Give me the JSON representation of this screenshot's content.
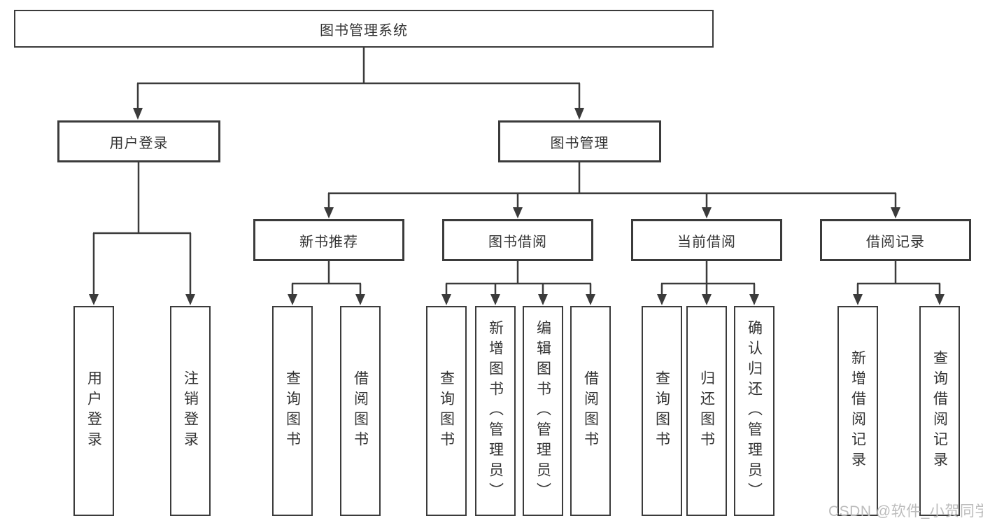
{
  "diagram": {
    "root": {
      "label": "图书管理系统"
    },
    "level2": [
      {
        "id": "user-login",
        "label": "用户登录"
      },
      {
        "id": "book-management",
        "label": "图书管理"
      }
    ],
    "level3": [
      {
        "id": "new-book-recommendation",
        "label": "新书推荐"
      },
      {
        "id": "book-borrowing",
        "label": "图书借阅"
      },
      {
        "id": "current-borrowing",
        "label": "当前借阅"
      },
      {
        "id": "borrowing-records",
        "label": "借阅记录"
      }
    ],
    "leaves": [
      {
        "parent": "用户登录",
        "items": [
          "用户登录",
          "注销登录"
        ]
      },
      {
        "parent": "新书推荐",
        "items": [
          "查询图书",
          "借阅图书"
        ]
      },
      {
        "parent": "图书借阅",
        "items": [
          "查询图书",
          "新增图书（管理员）",
          "编辑图书（管理员）",
          "借阅图书"
        ]
      },
      {
        "parent": "当前借阅",
        "items": [
          "查询图书",
          "归还图书",
          "确认归还（管理员）"
        ]
      },
      {
        "parent": "借阅记录",
        "items": [
          "新增借阅记录",
          "查询借阅记录"
        ]
      }
    ]
  },
  "watermark": {
    "text": "CSDN @软件_小贺同学",
    "color": "#bcbcbc"
  },
  "colors": {
    "line": "#3b3b3b",
    "text": "#333333",
    "background": "#ffffff"
  }
}
